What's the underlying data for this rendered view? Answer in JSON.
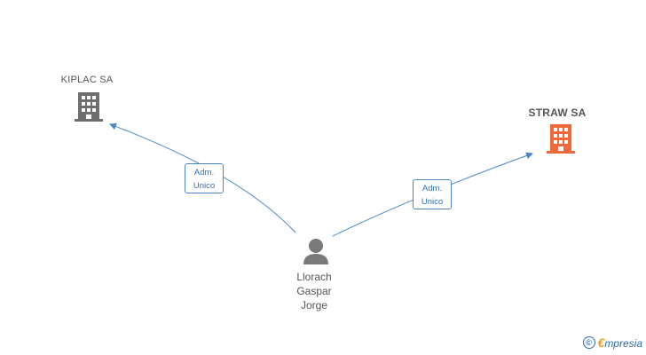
{
  "nodes": {
    "company_left": {
      "name": "KIPLAC SA",
      "color": "#6e6e6e"
    },
    "company_right": {
      "name": "STRAW SA",
      "color": "#ef6a3a"
    },
    "person": {
      "name_lines": [
        "Llorach",
        "Gaspar",
        "Jorge"
      ],
      "color": "#7a7a7a"
    }
  },
  "edges": [
    {
      "label_lines": [
        "Adm.",
        "Unico"
      ],
      "to": "company_left"
    },
    {
      "label_lines": [
        "Adm.",
        "Unico"
      ],
      "to": "company_right"
    }
  ],
  "colors": {
    "edge": "#4a86c8"
  },
  "watermark": {
    "symbol": "©",
    "brand_initial": "€",
    "brand_rest": "mpresia"
  }
}
